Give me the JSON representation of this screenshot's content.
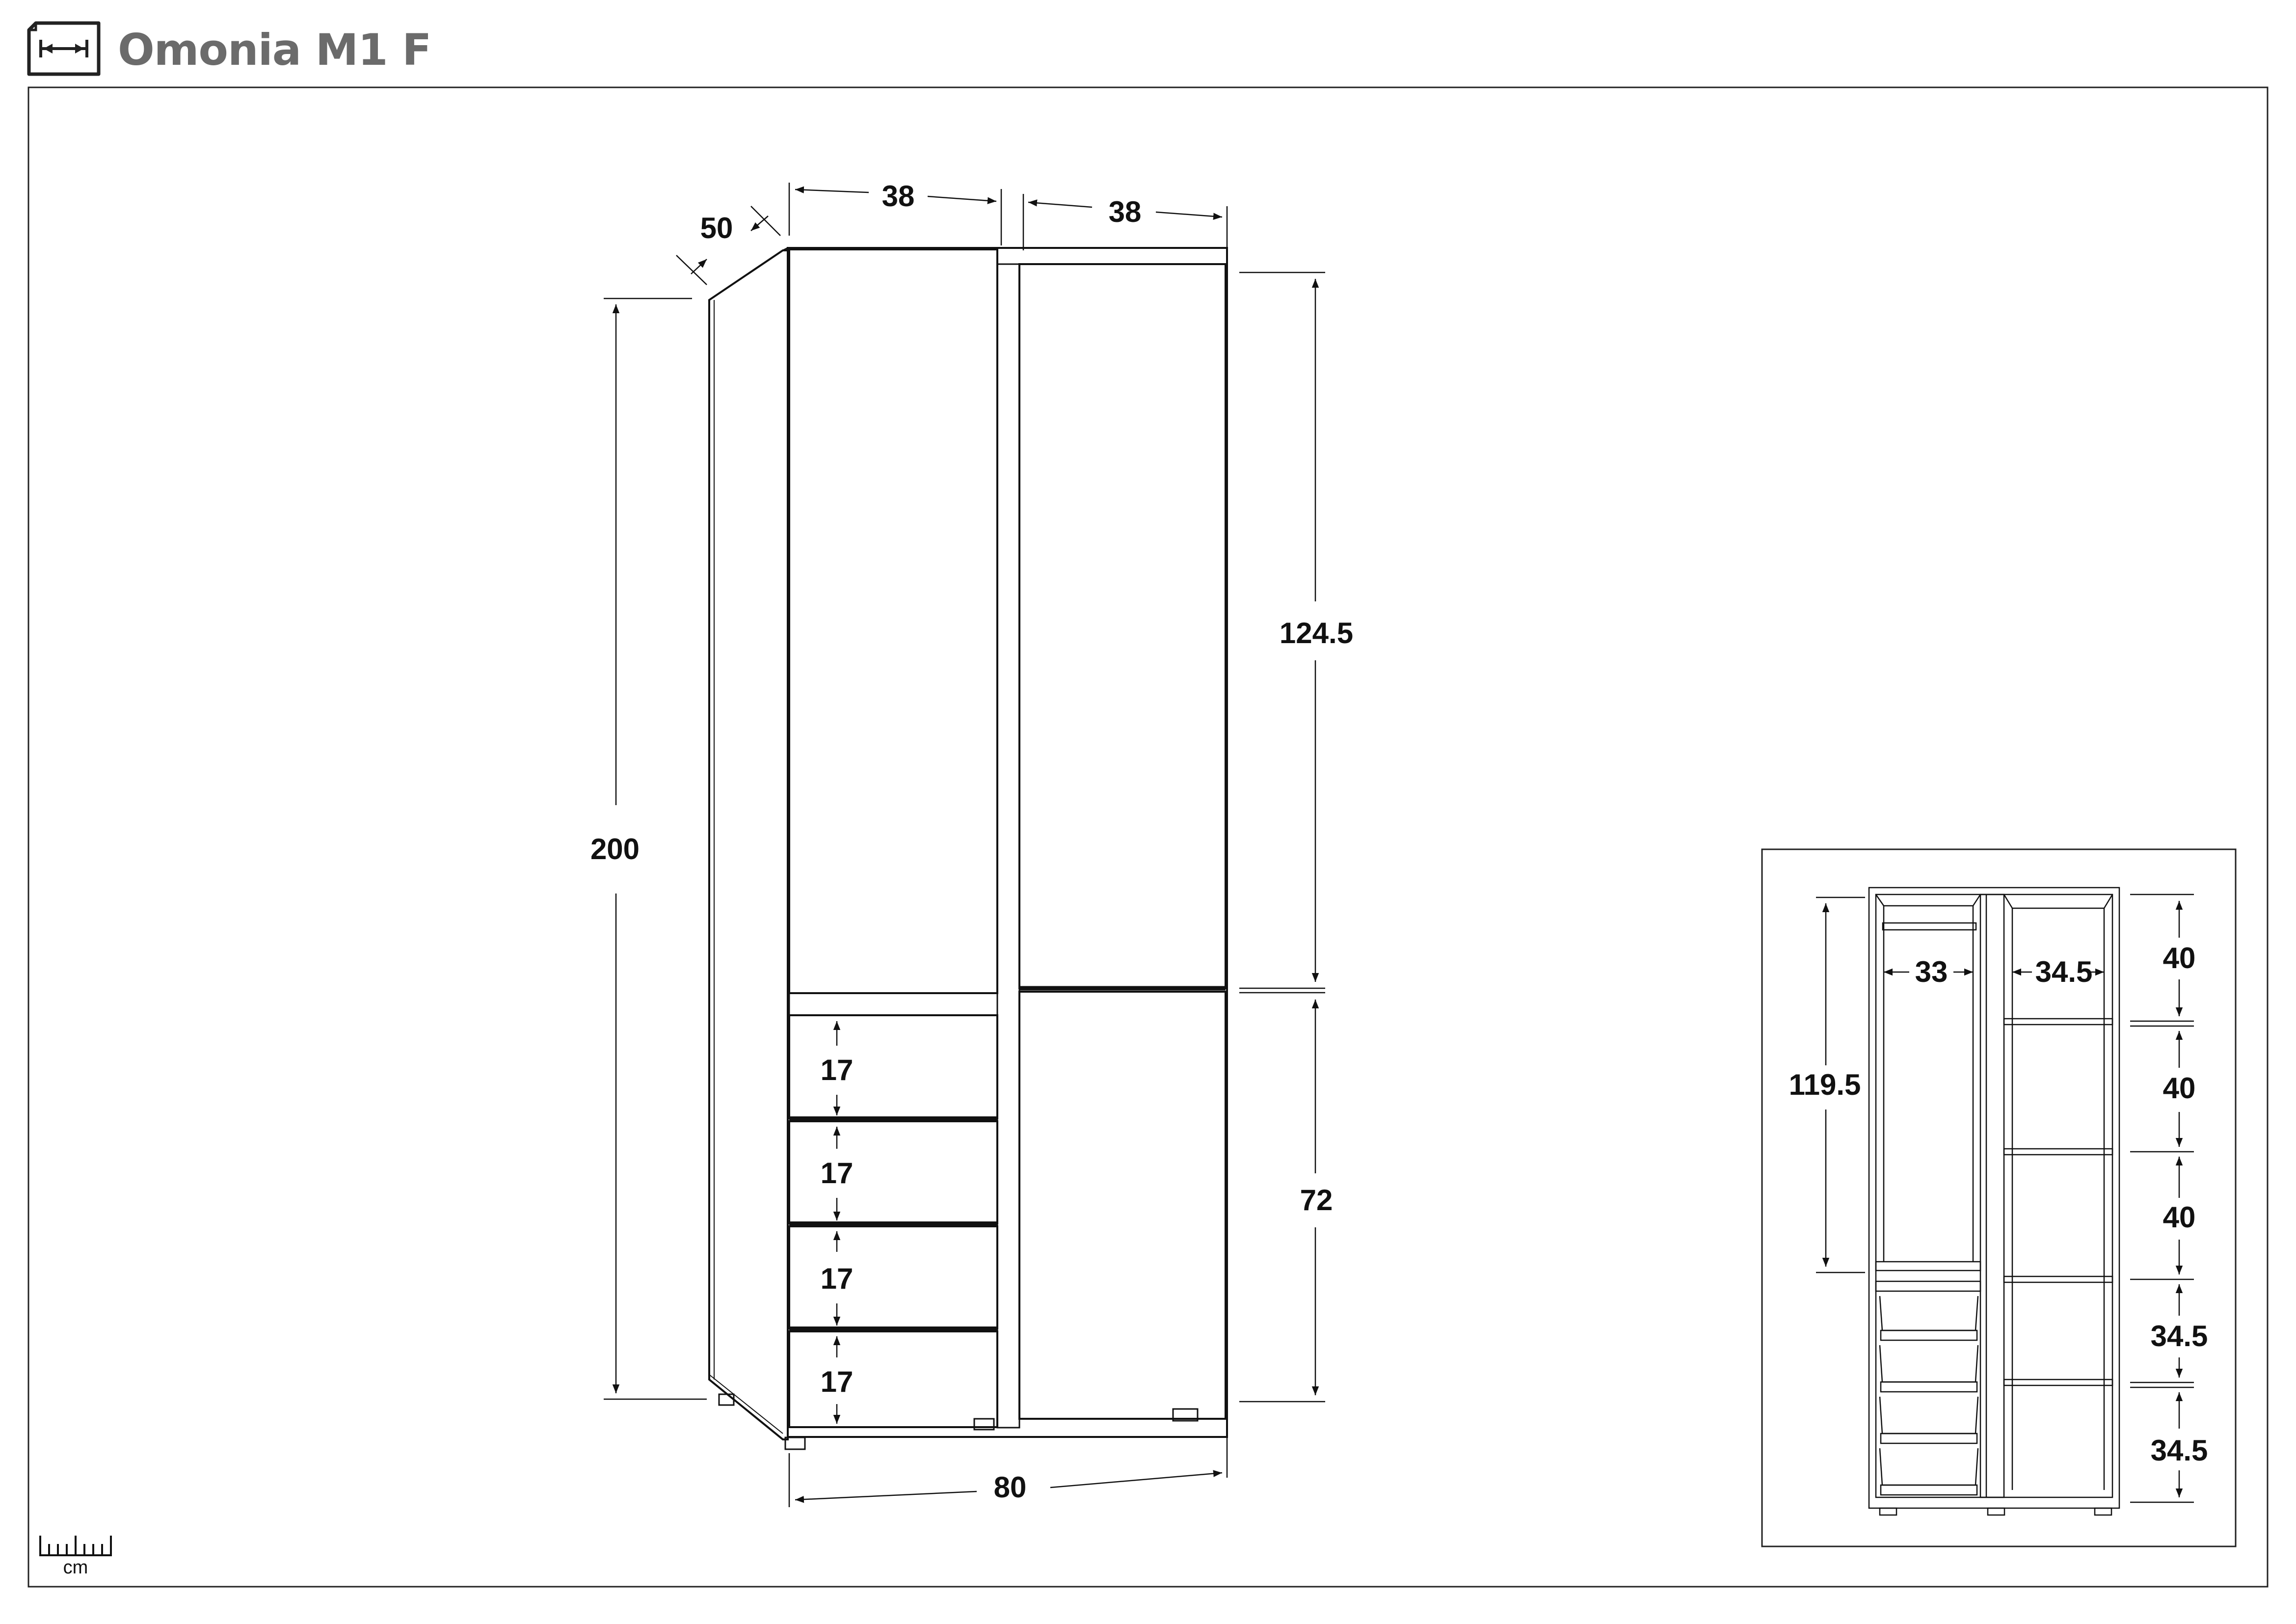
{
  "title": "Omonia M1 F",
  "unit": "cm",
  "header_icon": "dimension-sheet-icon",
  "scale_icon": "ruler-icon",
  "main_view": {
    "depth": "50",
    "left_door_width": "38",
    "right_door_width": "38",
    "total_height": "200",
    "upper_door_height": "124.5",
    "lower_door_height": "72",
    "total_width": "80",
    "drawer_heights": [
      "17",
      "17",
      "17",
      "17"
    ]
  },
  "interior_view": {
    "left_compartment_width": "33",
    "right_compartment_width": "34.5",
    "hanging_height": "119.5",
    "shelf_heights": [
      "40",
      "40",
      "40",
      "34.5",
      "34.5"
    ]
  }
}
